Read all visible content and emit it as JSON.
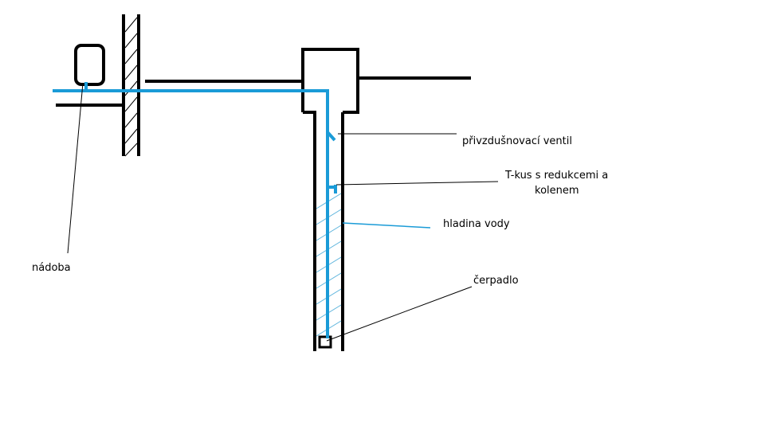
{
  "labels": {
    "air_valve": "přivzdušnovací ventil",
    "t_piece_line1": "T-kus s redukcemi a",
    "t_piece_line2": "kolenem",
    "water_level": "hladina vody",
    "pump": "čerpadlo",
    "container": "nádoba"
  },
  "colors": {
    "structure": "#000000",
    "water_pipe": "#1a9bd7",
    "leader_line": "#000000",
    "water_level_line": "#1a9bd7",
    "water_hatch": "#5ab3dc"
  }
}
